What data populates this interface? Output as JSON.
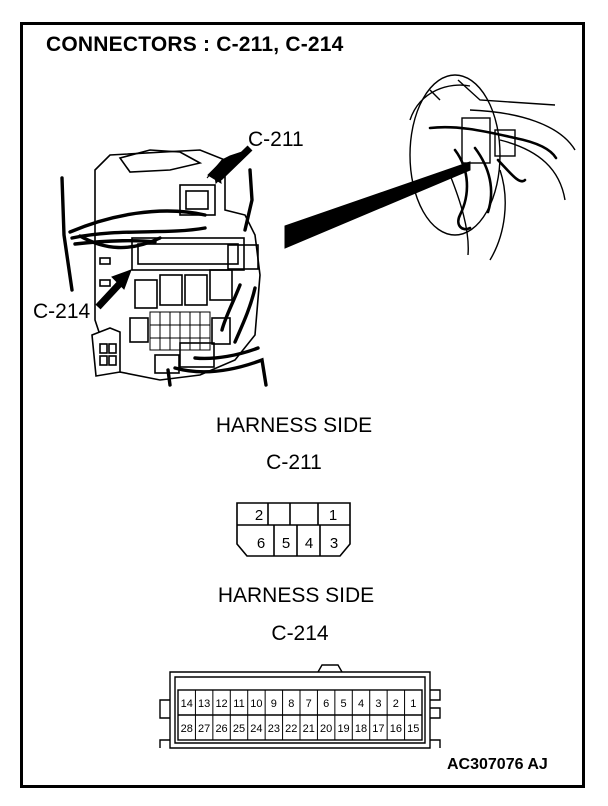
{
  "title": "CONNECTORS : C-211, C-214",
  "callouts": {
    "c211": "C-211",
    "c214": "C-214"
  },
  "section1": {
    "heading": "HARNESS SIDE",
    "connector": "C-211",
    "pins_top": [
      "2",
      "",
      "1"
    ],
    "pins_bottom": [
      "6",
      "5",
      "4",
      "3"
    ]
  },
  "section2": {
    "heading": "HARNESS SIDE",
    "connector": "C-214",
    "pins_top": [
      "14",
      "13",
      "12",
      "11",
      "10",
      "9",
      "8",
      "7",
      "6",
      "5",
      "4",
      "3",
      "2",
      "1"
    ],
    "pins_bottom": [
      "28",
      "27",
      "26",
      "25",
      "24",
      "23",
      "22",
      "21",
      "20",
      "19",
      "18",
      "17",
      "16",
      "15"
    ]
  },
  "figure_code": "AC307076 AJ"
}
